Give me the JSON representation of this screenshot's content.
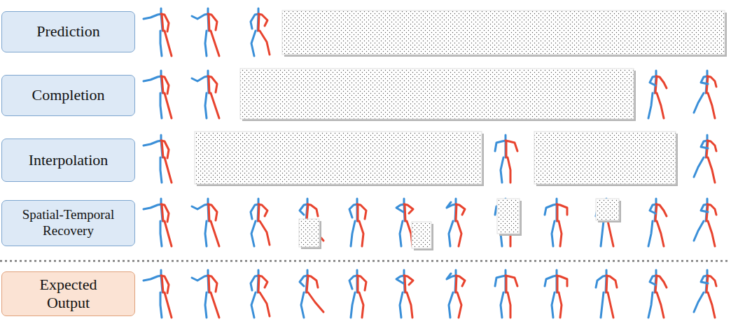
{
  "diagram": {
    "nodes": [
      {
        "text": [
          "Prediction"
        ]
      },
      {
        "text": [
          "Completion"
        ]
      },
      {
        "text": [
          "Interpolation"
        ]
      },
      {
        "text": [
          "Spatial-Temporal Recovery"
        ]
      },
      {
        "text": [
          "Expected Output"
        ]
      }
    ]
  }
}
